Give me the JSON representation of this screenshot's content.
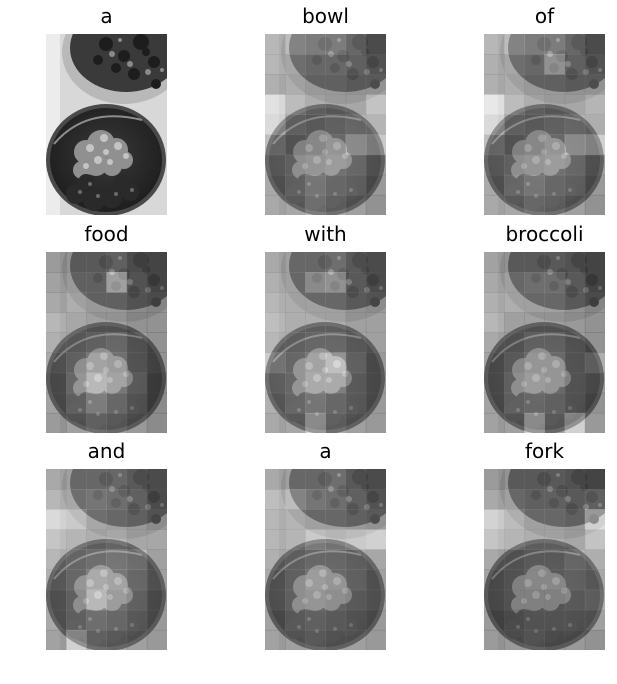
{
  "figure": {
    "panels": [
      {
        "word": "a",
        "attention": "none"
      },
      {
        "word": "bowl",
        "attention": [
          [
            0.55,
            0.75,
            0.7,
            0.7,
            0.55,
            0.35
          ],
          [
            0.55,
            0.6,
            0.55,
            0.55,
            0.5,
            0.4
          ],
          [
            0.5,
            0.55,
            0.5,
            0.5,
            0.45,
            0.45
          ],
          [
            0.85,
            0.65,
            0.55,
            0.5,
            0.5,
            0.7
          ],
          [
            0.8,
            0.55,
            0.5,
            0.55,
            0.6,
            0.6
          ],
          [
            0.6,
            0.45,
            0.5,
            0.6,
            0.85,
            0.75
          ],
          [
            0.5,
            0.55,
            0.6,
            0.65,
            0.6,
            0.45
          ],
          [
            0.45,
            0.55,
            0.7,
            0.6,
            0.55,
            0.4
          ],
          [
            0.45,
            0.5,
            0.65,
            0.55,
            0.45,
            0.35
          ]
        ]
      },
      {
        "word": "of",
        "attention": [
          [
            0.55,
            0.75,
            0.7,
            0.7,
            0.55,
            0.35
          ],
          [
            0.5,
            0.6,
            0.55,
            0.85,
            0.5,
            0.4
          ],
          [
            0.5,
            0.55,
            0.5,
            0.5,
            0.45,
            0.45
          ],
          [
            0.9,
            0.65,
            0.55,
            0.5,
            0.5,
            0.6
          ],
          [
            0.8,
            0.55,
            0.5,
            0.55,
            0.6,
            0.55
          ],
          [
            0.6,
            0.45,
            0.5,
            0.6,
            0.85,
            0.8
          ],
          [
            0.5,
            0.55,
            0.6,
            0.65,
            0.6,
            0.45
          ],
          [
            0.45,
            0.6,
            0.7,
            0.6,
            0.55,
            0.4
          ],
          [
            0.45,
            0.5,
            0.6,
            0.55,
            0.45,
            0.35
          ]
        ]
      },
      {
        "word": "food",
        "attention": [
          [
            0.35,
            0.45,
            0.45,
            0.5,
            0.35,
            0.3
          ],
          [
            0.4,
            0.5,
            0.5,
            0.95,
            0.4,
            0.3
          ],
          [
            0.45,
            0.55,
            0.5,
            0.5,
            0.4,
            0.35
          ],
          [
            0.55,
            0.5,
            0.45,
            0.45,
            0.35,
            0.35
          ],
          [
            0.5,
            0.5,
            0.55,
            0.6,
            0.45,
            0.35
          ],
          [
            0.45,
            0.55,
            0.7,
            0.65,
            0.45,
            0.35
          ],
          [
            0.4,
            0.6,
            0.85,
            0.7,
            0.5,
            0.3
          ],
          [
            0.4,
            0.55,
            0.75,
            0.6,
            0.45,
            0.3
          ],
          [
            0.35,
            0.45,
            0.55,
            0.5,
            0.4,
            0.3
          ]
        ]
      },
      {
        "word": "with",
        "attention": [
          [
            0.45,
            0.55,
            0.55,
            0.6,
            0.45,
            0.35
          ],
          [
            0.5,
            0.55,
            0.8,
            0.85,
            0.45,
            0.35
          ],
          [
            0.55,
            0.55,
            0.55,
            0.55,
            0.45,
            0.4
          ],
          [
            0.6,
            0.55,
            0.55,
            0.55,
            0.45,
            0.45
          ],
          [
            0.55,
            0.55,
            0.6,
            0.6,
            0.5,
            0.45
          ],
          [
            0.7,
            0.6,
            0.7,
            0.9,
            0.55,
            0.4
          ],
          [
            0.55,
            0.6,
            0.75,
            0.75,
            0.5,
            0.4
          ],
          [
            0.5,
            0.6,
            0.7,
            0.6,
            0.5,
            0.4
          ],
          [
            0.45,
            0.5,
            0.85,
            0.55,
            0.45,
            0.4
          ]
        ]
      },
      {
        "word": "broccoli",
        "attention": [
          [
            0.4,
            0.45,
            0.45,
            0.45,
            0.4,
            0.3
          ],
          [
            0.45,
            0.55,
            0.6,
            0.6,
            0.45,
            0.3
          ],
          [
            0.5,
            0.55,
            0.55,
            0.55,
            0.45,
            0.35
          ],
          [
            0.55,
            0.45,
            0.45,
            0.45,
            0.4,
            0.35
          ],
          [
            0.45,
            0.45,
            0.55,
            0.55,
            0.45,
            0.35
          ],
          [
            0.4,
            0.5,
            0.6,
            0.6,
            0.45,
            0.55
          ],
          [
            0.4,
            0.55,
            0.65,
            0.6,
            0.45,
            0.4
          ],
          [
            0.4,
            0.55,
            0.6,
            0.55,
            0.45,
            0.35
          ],
          [
            0.4,
            0.45,
            0.85,
            0.5,
            0.8,
            0.4
          ]
        ]
      },
      {
        "word": "and",
        "attention": [
          [
            0.45,
            0.55,
            0.55,
            0.55,
            0.45,
            0.35
          ],
          [
            0.55,
            0.6,
            0.65,
            0.6,
            0.5,
            0.35
          ],
          [
            0.8,
            0.75,
            0.6,
            0.55,
            0.5,
            0.4
          ],
          [
            0.65,
            0.6,
            0.55,
            0.6,
            0.5,
            0.5
          ],
          [
            0.55,
            0.6,
            0.65,
            0.7,
            0.65,
            0.45
          ],
          [
            0.5,
            0.6,
            0.75,
            0.7,
            0.6,
            0.45
          ],
          [
            0.45,
            0.55,
            0.85,
            0.65,
            0.55,
            0.4
          ],
          [
            0.45,
            0.55,
            0.65,
            0.6,
            0.5,
            0.4
          ],
          [
            0.4,
            0.8,
            0.55,
            0.5,
            0.45,
            0.4
          ]
        ]
      },
      {
        "word": "a",
        "attention": [
          [
            0.45,
            0.55,
            0.55,
            0.6,
            0.45,
            0.35
          ],
          [
            0.6,
            0.75,
            0.65,
            0.6,
            0.5,
            0.4
          ],
          [
            0.55,
            0.6,
            0.55,
            0.55,
            0.5,
            0.45
          ],
          [
            0.55,
            0.6,
            0.75,
            0.7,
            0.75,
            0.8
          ],
          [
            0.5,
            0.55,
            0.6,
            0.6,
            0.55,
            0.5
          ],
          [
            0.45,
            0.55,
            0.65,
            0.6,
            0.55,
            0.45
          ],
          [
            0.45,
            0.55,
            0.6,
            0.55,
            0.5,
            0.45
          ],
          [
            0.4,
            0.5,
            0.55,
            0.5,
            0.45,
            0.4
          ],
          [
            0.4,
            0.45,
            0.5,
            0.45,
            0.45,
            0.4
          ]
        ]
      },
      {
        "word": "fork",
        "attention": [
          [
            0.35,
            0.45,
            0.45,
            0.45,
            0.4,
            0.3
          ],
          [
            0.45,
            0.55,
            0.5,
            0.5,
            0.45,
            0.5
          ],
          [
            0.75,
            0.65,
            0.55,
            0.55,
            0.5,
            0.9
          ],
          [
            0.65,
            0.6,
            0.55,
            0.55,
            0.5,
            0.7
          ],
          [
            0.45,
            0.45,
            0.5,
            0.5,
            0.6,
            0.55
          ],
          [
            0.4,
            0.45,
            0.5,
            0.5,
            0.55,
            0.5
          ],
          [
            0.4,
            0.45,
            0.45,
            0.45,
            0.5,
            0.55
          ],
          [
            0.35,
            0.4,
            0.45,
            0.45,
            0.45,
            0.45
          ],
          [
            0.35,
            0.4,
            0.45,
            0.4,
            0.4,
            0.35
          ]
        ]
      }
    ]
  }
}
